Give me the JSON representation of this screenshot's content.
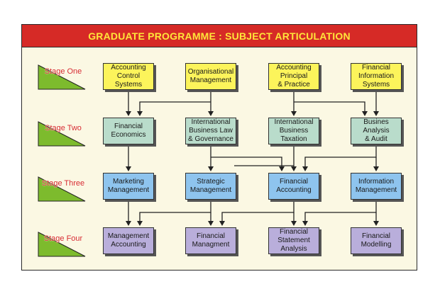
{
  "title": "GRADUATE PROGRAMME : SUBJECT ARTICULATION",
  "colors": {
    "frame_border": "#2a2a2a",
    "title_bg": "#d62a26",
    "title_text": "#ffe63a",
    "panel_bg": "#fbf8e3",
    "stage_triangle": "#7dbb2d",
    "stage_label": "#d62a26",
    "stage_one_box": "#fcf45b",
    "stage_two_box": "#b9dccb",
    "stage_three_box": "#8ec4ee",
    "stage_four_box": "#b9aedb"
  },
  "stages": [
    {
      "label": "Stage One",
      "subjects": [
        "Accounting\nControl\nSystems",
        "Organisational\nManagement",
        "Accounting\nPrincipal\n& Practice",
        "Financial\nInformation\nSystems"
      ]
    },
    {
      "label": "Stage Two",
      "subjects": [
        "Financial\nEconomics",
        "International\nBusiness Law\n& Governance",
        "International\nBusiness\nTaxation",
        "Busines\nAnalysis\n& Audit"
      ]
    },
    {
      "label": "Stage Three",
      "subjects": [
        "Marketing\nManagement",
        "Strategic\nManagement",
        "Financial\nAccounting",
        "Information\nManagement"
      ]
    },
    {
      "label": "Stage Four",
      "subjects": [
        "Management\nAccounting",
        "Financial\nManagment",
        "Financial\nStatement\nAnalysis",
        "Financial\nModelling"
      ]
    }
  ]
}
